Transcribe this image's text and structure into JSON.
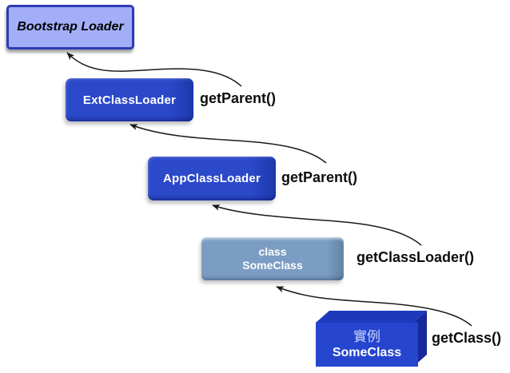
{
  "diagram": {
    "background": "#ffffff",
    "arrow_color": "#1a1a1a",
    "boxes": {
      "bootstrap": {
        "label": "Bootstrap Loader",
        "fill": "#a2aff8",
        "border": "#2c3cb4",
        "text_color": "#000000"
      },
      "ext": {
        "label": "ExtClassLoader",
        "fill": "#2b49c9",
        "text_color": "#ffffff"
      },
      "app": {
        "label": "AppClassLoader",
        "fill": "#2b49c9",
        "text_color": "#ffffff"
      },
      "someclass": {
        "line1": "class",
        "line2": "SomeClass",
        "fill": "#7c9dc3",
        "text_color": "#ffffff"
      },
      "instance": {
        "line1": "實例",
        "line2": "SomeClass",
        "fill_front": "#2545cf",
        "fill_top": "#1d3abc",
        "fill_side": "#16289b",
        "line1_color": "#c9d4fa",
        "line2_color": "#ffffff"
      }
    },
    "labels": {
      "get_parent_1": "getParent()",
      "get_parent_2": "getParent()",
      "get_class_loader": "getClassLoader()",
      "get_class": "getClass()"
    }
  }
}
